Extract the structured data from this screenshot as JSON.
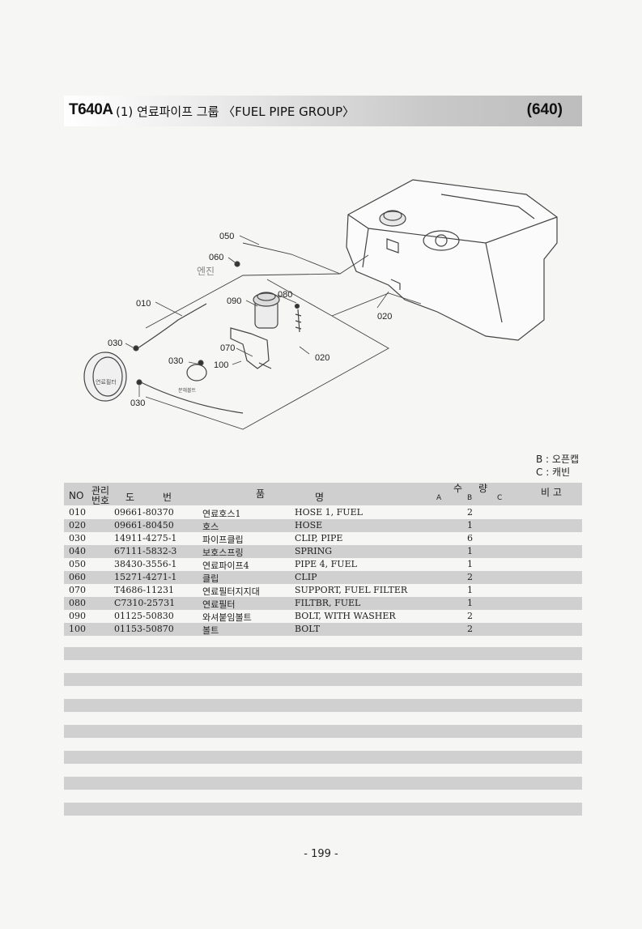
{
  "header": {
    "model": "T640A",
    "title": "(1) 연료파이프 그룹 〈FUEL PIPE GROUP〉",
    "group_code": "(640)"
  },
  "diagram": {
    "callouts": [
      "050",
      "060",
      "010",
      "090",
      "080",
      "070",
      "030",
      "100",
      "030",
      "030",
      "020",
      "020"
    ],
    "engine_label": "엔진",
    "labels": [
      "연료필터",
      "분해볼트"
    ]
  },
  "legend": {
    "b": "B : 오픈캡",
    "c": "C : 캐빈"
  },
  "table": {
    "headers": {
      "no": "NO",
      "mgmt_top": "관리",
      "mgmt_bottom": "번호",
      "drawing_1": "도",
      "drawing_2": "번",
      "name_1": "품",
      "name_2": "명",
      "qty_1": "수",
      "qty_2": "량",
      "qty_a": "A",
      "qty_b": "B",
      "qty_c": "C",
      "remarks": "비 고"
    },
    "rows": [
      {
        "no": "010",
        "part": "09661-80370",
        "kr": "연료호스1",
        "en": "HOSE 1, FUEL",
        "qty": "2"
      },
      {
        "no": "020",
        "part": "09661-80450",
        "kr": "호스",
        "en": "HOSE",
        "qty": "1"
      },
      {
        "no": "030",
        "part": "14911-4275-1",
        "kr": "파이프클립",
        "en": "CLIP, PIPE",
        "qty": "6"
      },
      {
        "no": "040",
        "part": "67111-5832-3",
        "kr": "보호스프링",
        "en": "SPRING",
        "qty": "1"
      },
      {
        "no": "050",
        "part": "38430-3556-1",
        "kr": "연료파이프4",
        "en": "PIPE 4, FUEL",
        "qty": "1"
      },
      {
        "no": "060",
        "part": "15271-4271-1",
        "kr": "클립",
        "en": "CLIP",
        "qty": "2"
      },
      {
        "no": "070",
        "part": "T4686-11231",
        "kr": "연료필터지지대",
        "en": "SUPPORT, FUEL FILTER",
        "qty": "1"
      },
      {
        "no": "080",
        "part": "C7310-25731",
        "kr": "연료필터",
        "en": "FILTBR, FUEL",
        "qty": "1"
      },
      {
        "no": "090",
        "part": "01125-50830",
        "kr": "와셔붙임볼트",
        "en": "BOLT, WITH WASHER",
        "qty": "2"
      },
      {
        "no": "100",
        "part": "01153-50870",
        "kr": "볼트",
        "en": "BOLT",
        "qty": "2"
      }
    ]
  },
  "page_number": "- 199 -"
}
